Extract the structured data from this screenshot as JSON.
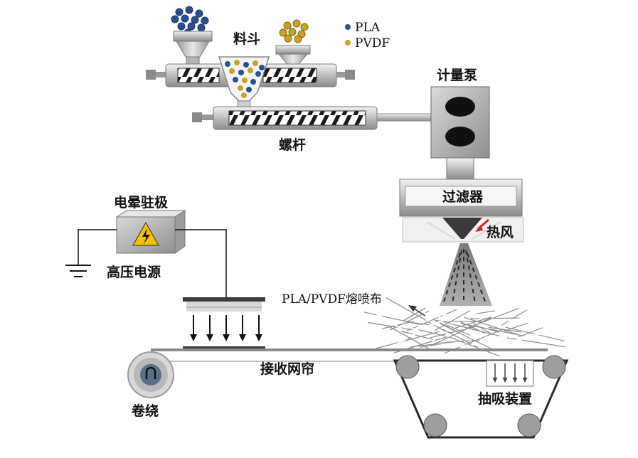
{
  "labels": {
    "hopper_main": "料斗",
    "screw": "螺杆",
    "metering_pump": "计量泵",
    "filter": "过滤器",
    "hot_air": "热风",
    "electret": "电晕驻极",
    "hv_source": "高压电源",
    "product": "PLA/PVDF熔喷布",
    "conveyor": "接收网帘",
    "winding": "卷绕",
    "suction": "抽吸装置"
  },
  "legend": [
    {
      "name": "PLA",
      "color": "#2b4f93"
    },
    {
      "name": "PVDF",
      "color": "#c9a227"
    }
  ],
  "colors": {
    "pla": "#2b4f93",
    "pvdf": "#c9a227",
    "metal_dark": "#6e6e6e",
    "metal_light": "#d3d3d3",
    "hot_air_arrow": "#e0231b",
    "warning_yellow": "#f2c200"
  },
  "icons": {
    "high_voltage": "lightning-bolt-icon",
    "ground": "ground-symbol-icon",
    "winding": "roller-icon"
  }
}
